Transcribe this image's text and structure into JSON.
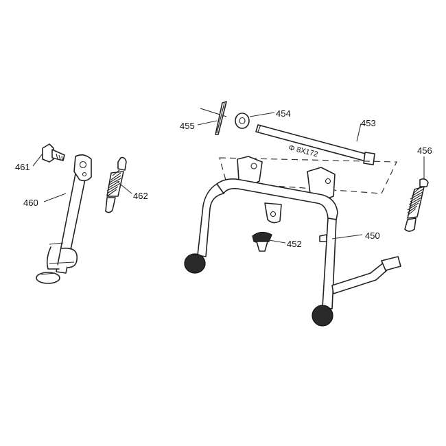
{
  "callouts": {
    "p450": "450",
    "p452": "452",
    "p453": "453",
    "p454": "454",
    "p455": "455",
    "p456": "456",
    "p460": "460",
    "p461": "461",
    "p462": "462"
  },
  "dimension_label": "Φ 8X172"
}
